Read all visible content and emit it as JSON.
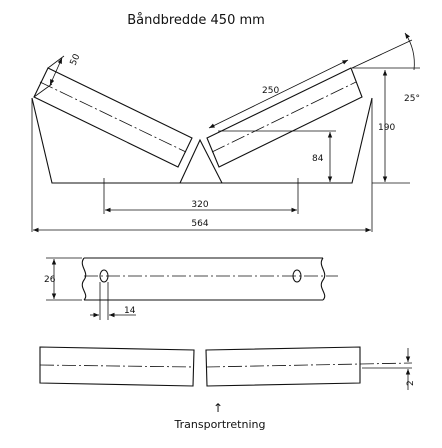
{
  "title": "Båndbredde 450 mm",
  "dimensions": {
    "roller_width": "50",
    "roller_length": "250",
    "angle": "25°",
    "height_total": "190",
    "height_center": "84",
    "inner_span": "320",
    "overall_width": "564",
    "plate_height": "26",
    "slot_width": "14",
    "offset": "2"
  },
  "caption": "Transportretning",
  "arrow_glyph": "↑"
}
